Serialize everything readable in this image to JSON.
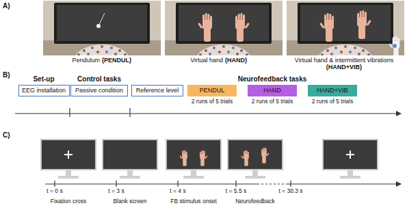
{
  "diagram": {
    "nodes": [
      {
        "text": [
          "EEG installation"
        ]
      },
      {
        "text": [
          "Passive condition"
        ]
      },
      {
        "text": [
          "Reference level"
        ]
      },
      {
        "text": [
          "PENDUL"
        ]
      },
      {
        "text": [
          "HAND"
        ]
      },
      {
        "text": [
          "HAND+VIB"
        ]
      }
    ],
    "labels": [
      "A)",
      "Pendulum",
      "(PENDUL)",
      "Virtual hand",
      "(HAND)",
      "Virtual hand & intermittent vibrations",
      "(HAND+VIB)",
      "B)",
      "Set-up",
      "Control tasks",
      "Neurofeedback tasks",
      "2 runs of 5 trials",
      "2 runs of 5 trials",
      "2 runs of 5 trials",
      "C)",
      "t = 0 s",
      "t = 3 s",
      "t = 4 s",
      "t = 5.5 s",
      "t = 30.3 s",
      "Fixation cross",
      "Blank screen",
      "FB stimulus onset",
      "Neurofeedback"
    ]
  }
}
